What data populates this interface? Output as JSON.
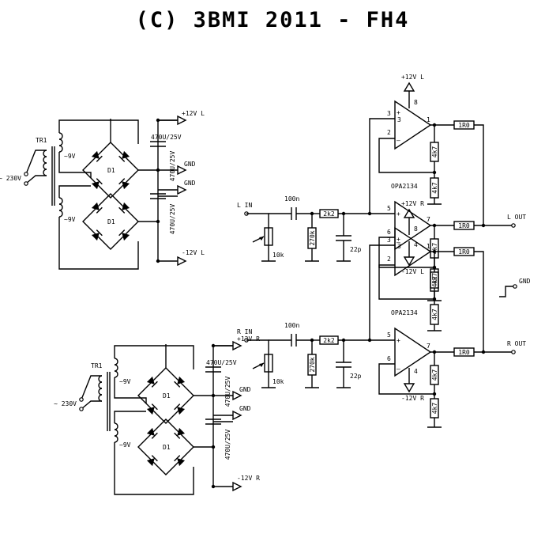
{
  "title": "(C) 3BMI 2011 - FH4",
  "upper_psu": {
    "transformer": "TR1",
    "secondary": "~9V",
    "mains": "~ 230V",
    "bridge": "D1",
    "cap": "470U/25V",
    "rail_pos": "+12V L",
    "gnd": "GND",
    "rail_neg": "-12V L"
  },
  "lower_psu": {
    "transformer": "TR1",
    "secondary": "~9V",
    "mains": "~ 230V",
    "bridge": "D1",
    "cap": "470U/25V",
    "rail_pos": "+12V R",
    "gnd": "GND",
    "rail_neg": "-12V R"
  },
  "left_channel": {
    "input": "L IN",
    "output": "L OUT",
    "opamp": "OPA2134",
    "supply_pos": "+12V L",
    "supply_neg": "-12V L",
    "c_in": "100n",
    "pot": "10k",
    "r_shunt": "270k",
    "r_series": "2k2",
    "c_filter": "22p",
    "r_out": "1R0",
    "r_fb": "4k7",
    "pin_8": "8",
    "pin_3": "3",
    "pin_2": "2",
    "pin_1": "1",
    "pin_5": "5",
    "pin_6": "6",
    "pin_7": "7",
    "pin_4": "4"
  },
  "right_channel": {
    "input": "R IN",
    "output": "R OUT",
    "opamp": "OPA2134",
    "supply_pos": "+12V R",
    "supply_neg": "-12V R",
    "c_in": "100n",
    "pot": "10k",
    "r_shunt": "270k",
    "r_series": "2k2",
    "c_filter": "22p",
    "r_out": "1R0",
    "r_fb": "4k7",
    "pin_8": "8",
    "pin_3": "3",
    "pin_2": "2",
    "pin_1": "1",
    "pin_5": "5",
    "pin_6": "6",
    "pin_7": "7",
    "pin_4": "4"
  },
  "ground_symbol": "GND"
}
